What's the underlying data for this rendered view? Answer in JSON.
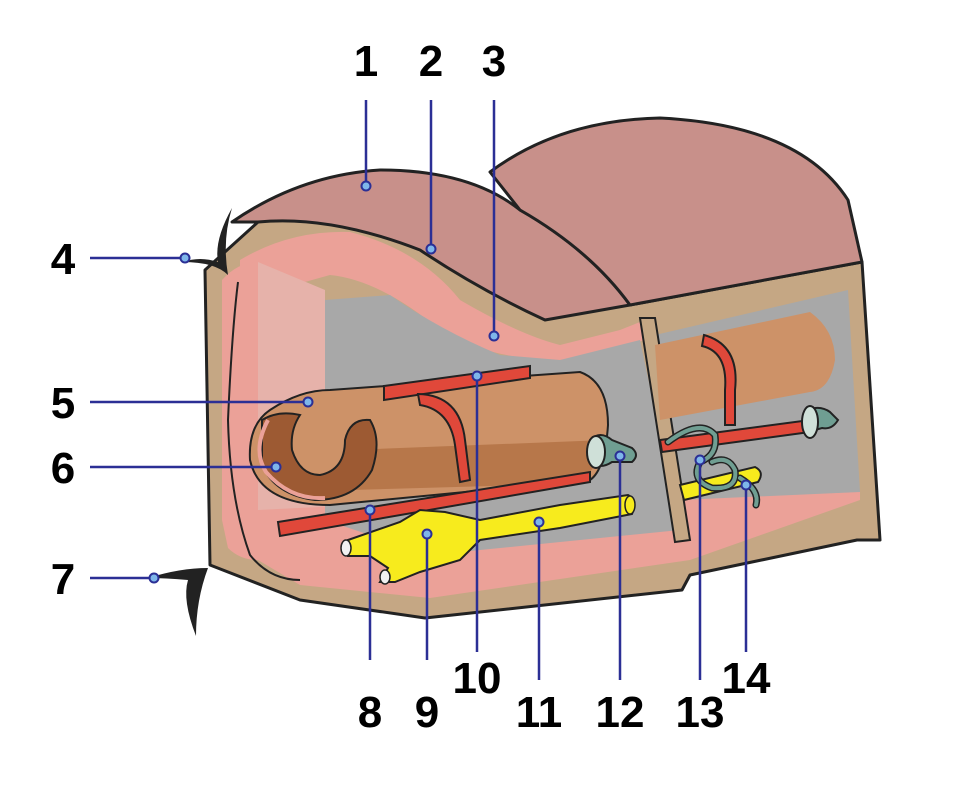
{
  "labels": {
    "l1": "1",
    "l2": "2",
    "l3": "3",
    "l4": "4",
    "l5": "5",
    "l6": "6",
    "l7": "7",
    "l8": "8",
    "l9": "9",
    "l10": "10",
    "l11": "11",
    "l12": "12",
    "l13": "13",
    "l14": "14"
  },
  "colors": {
    "cuticle": "#c8908a",
    "epidermis": "#c5a784",
    "muscle": "#eba198",
    "gut": "#cd9268",
    "gut_lumen": "#9d5a33",
    "blood_vessel": "#e0483a",
    "nerve_cord": "#f7eb1d",
    "nephridium": "#6f9e92",
    "cavity": "#a8a8a8"
  }
}
